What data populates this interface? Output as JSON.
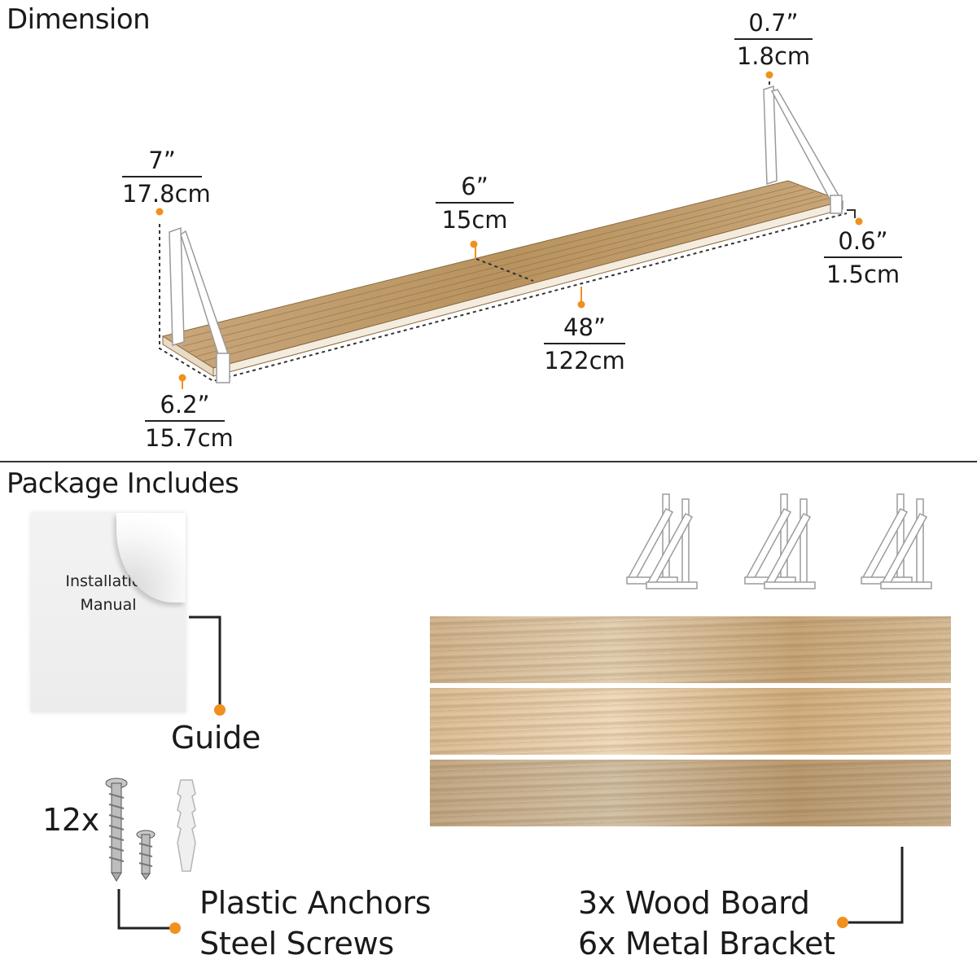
{
  "dimension": {
    "title": "Dimension",
    "bracket_height": {
      "in": "7”",
      "cm": "17.8cm"
    },
    "depth": {
      "in": "6”",
      "cm": "15cm"
    },
    "bracket_thickness": {
      "in": "0.7”",
      "cm": "1.8cm"
    },
    "board_thickness": {
      "in": "0.6”",
      "cm": "1.5cm"
    },
    "length": {
      "in": "48”",
      "cm": "122cm"
    },
    "bracket_depth": {
      "in": "6.2”",
      "cm": "15.7cm"
    }
  },
  "package": {
    "title": "Package Includes",
    "manual_text_1": "Installation",
    "manual_text_2": "Manual",
    "guide_label": "Guide",
    "hardware_count": "12x",
    "hardware_line_1": "Plastic Anchors",
    "hardware_line_2": "Steel Screws",
    "wood_line_1": "3x Wood Board",
    "wood_line_2": "6x Metal Bracket"
  },
  "colors": {
    "accent": "#f0901e",
    "wood": "#d4b791",
    "bracket": "#ffffff"
  }
}
